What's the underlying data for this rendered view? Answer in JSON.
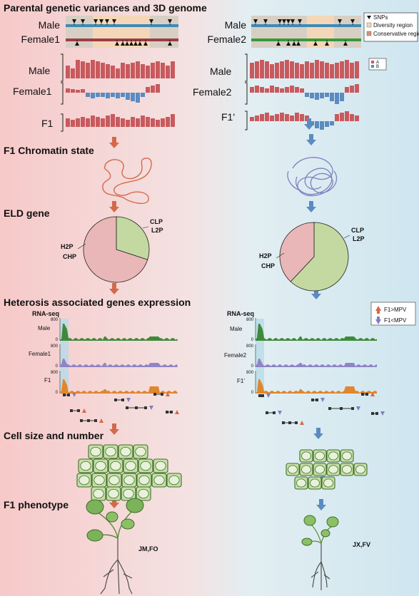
{
  "sections": {
    "parental": "Parental genetic variances and 3D genome",
    "chromatin": "F1 Chromatin state",
    "eld": "ELD gene",
    "heterosis": "Heterosis associated genes expression",
    "cell": "Cell size and number",
    "phenotype": "F1 phenotype"
  },
  "left": {
    "male": "Male",
    "female": "Female1",
    "f1": "F1",
    "rnaseq": "RNA-seq",
    "trackMale": "Male",
    "trackFemale": "Female1",
    "trackF1": "F1",
    "phenotype": "JM,FO",
    "pie": {
      "a": "CLP",
      "b": "L2P",
      "c": "H2P",
      "d": "CHP"
    }
  },
  "right": {
    "male": "Male",
    "female": "Female2",
    "f1": "F1'",
    "rnaseq": "RNA-seq",
    "trackMale": "Male",
    "trackFemale": "Female2",
    "trackF1": "F1'",
    "phenotype": "JX,FV",
    "pie": {
      "a": "CLP",
      "b": "L2P",
      "c": "H2P",
      "d": "CHP"
    }
  },
  "legend_genome": {
    "snps": "SNPs",
    "diversity": "Diversity region",
    "conservative": "Conservative region"
  },
  "legend_compartment": {
    "a": "A",
    "b": "B"
  },
  "legend_expr": {
    "up": "F1>MPV",
    "down": "F1<MPV"
  },
  "ticks": {
    "max": "800",
    "zero": "0"
  },
  "colors": {
    "red": "#c85a5e",
    "blue": "#5b8bc0",
    "green": "#6a9a3b",
    "orange": "#e07a2c"
  }
}
